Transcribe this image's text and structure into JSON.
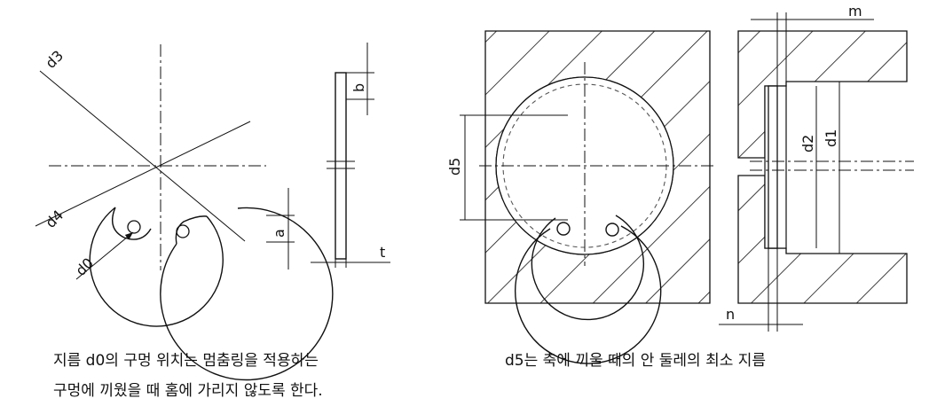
{
  "dimension_labels": {
    "d3": "d3",
    "d4": "d4",
    "d0": "d0",
    "b": "b",
    "a": "a",
    "t": "t",
    "d5": "d5",
    "m": "m",
    "n": "n",
    "d2": "d2",
    "d1": "d1"
  },
  "captions": {
    "left_line1": "지름 d0의 구멍 위치는 멈춤링을 적용하는",
    "left_line2": "구멍에 끼웠을 때 홈에 가리지 않도록 한다.",
    "right_line1": "d5는 축에 끼울 때의 안 둘레의 최소 지름"
  },
  "colors": {
    "ink": "#111111",
    "background": "#ffffff",
    "dashed_ring": "#555555"
  }
}
